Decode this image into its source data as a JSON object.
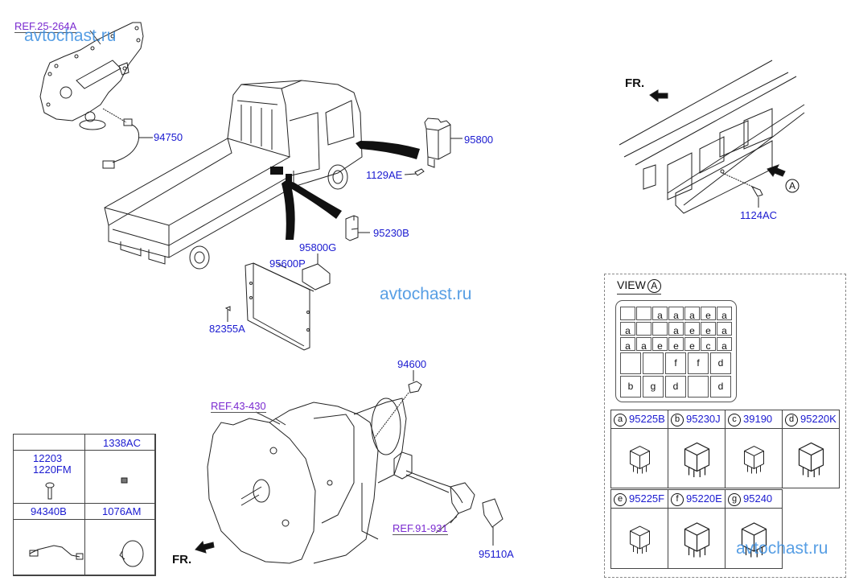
{
  "diagram": {
    "watermarks": [
      "avtochast.ru",
      "avtochast.ru",
      "avtochast.ru"
    ],
    "references": {
      "engine_cover": "REF.25-264A",
      "transmission": "REF.43-430",
      "harness": "REF.91-931"
    },
    "direction_labels": {
      "top_right": "FR.",
      "bottom": "FR."
    },
    "view_marker": "A",
    "part_labels": {
      "oil_pressure_sensor": "94750",
      "control_module": "95800",
      "bolt_module": "1129AE",
      "relay_unit": "95230B",
      "module_g": "95800G",
      "bracket": "95600P",
      "screw": "82355A",
      "switch": "94600",
      "speed_sensor": "95110A",
      "junction_bolt": "1124AC"
    },
    "view_a": {
      "title": "VIEW",
      "marker": "A",
      "fuse_grid": [
        [
          "",
          "",
          "a",
          "a",
          "a",
          "e",
          "a"
        ],
        [
          "a",
          "",
          "",
          "a",
          "e",
          "e",
          "a"
        ],
        [
          "a",
          "a",
          "e",
          "e",
          "e",
          "c",
          "a"
        ],
        [
          "",
          "",
          "f",
          "f",
          "d"
        ],
        [
          "b",
          "g",
          "d",
          "",
          "d"
        ]
      ],
      "relays": [
        {
          "letter": "a",
          "part": "95225B"
        },
        {
          "letter": "b",
          "part": "95230J"
        },
        {
          "letter": "c",
          "part": "39190"
        },
        {
          "letter": "d",
          "part": "95220K"
        },
        {
          "letter": "e",
          "part": "95225F"
        },
        {
          "letter": "f",
          "part": "95220E"
        },
        {
          "letter": "g",
          "part": "95240"
        }
      ]
    },
    "parts_table": [
      {
        "labels": [
          "",
          ""
        ]
      },
      {
        "left": [
          "12203",
          "1220FM"
        ],
        "right": "1338AC"
      },
      {
        "left": [
          "94340B"
        ],
        "right": "1076AM"
      }
    ],
    "parts_table_header": {
      "top_right": "1338AC",
      "mid_left_1": "12203",
      "mid_left_2": "1220FM",
      "bottom_left": "94340B",
      "bottom_right": "1076AM"
    }
  }
}
